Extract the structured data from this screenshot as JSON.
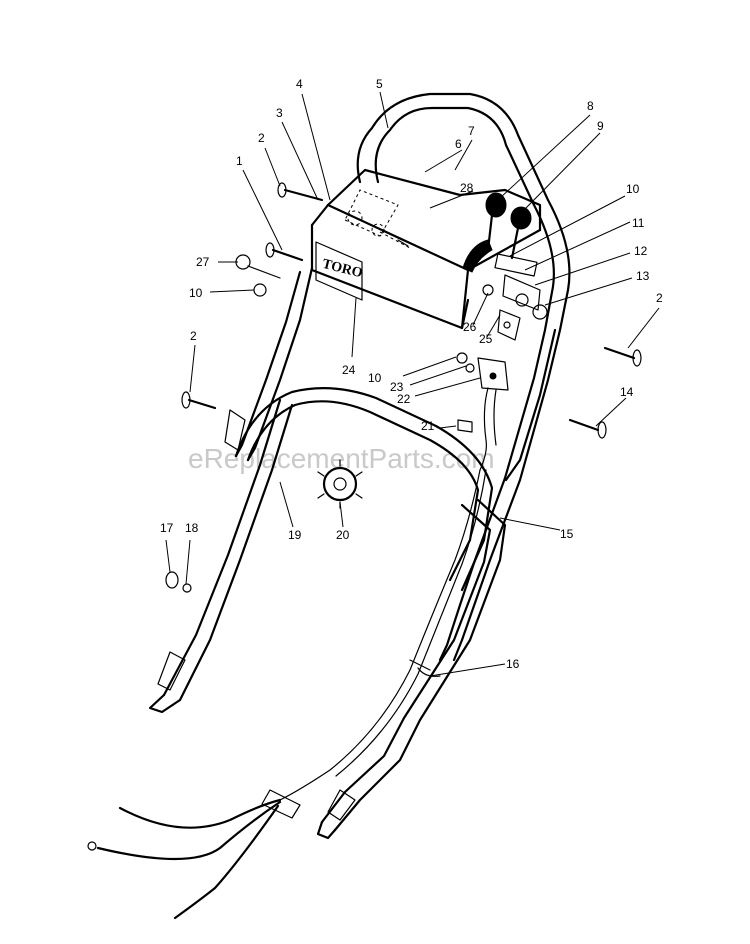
{
  "watermark": "eReplacementParts.com",
  "brand_logo": "TORO",
  "callouts": {
    "c1": "1",
    "c2a": "2",
    "c2b": "2",
    "c2c": "2",
    "c3": "3",
    "c4": "4",
    "c5": "5",
    "c6": "6",
    "c7": "7",
    "c8": "8",
    "c9": "9",
    "c10a": "10",
    "c10b": "10",
    "c10c": "10",
    "c11": "11",
    "c12": "12",
    "c13": "13",
    "c14": "14",
    "c15": "15",
    "c16": "16",
    "c17": "17",
    "c18": "18",
    "c19": "19",
    "c20": "20",
    "c21": "21",
    "c22": "22",
    "c23": "23",
    "c24": "24",
    "c25": "25",
    "c26": "26",
    "c27": "27",
    "c28": "28"
  }
}
